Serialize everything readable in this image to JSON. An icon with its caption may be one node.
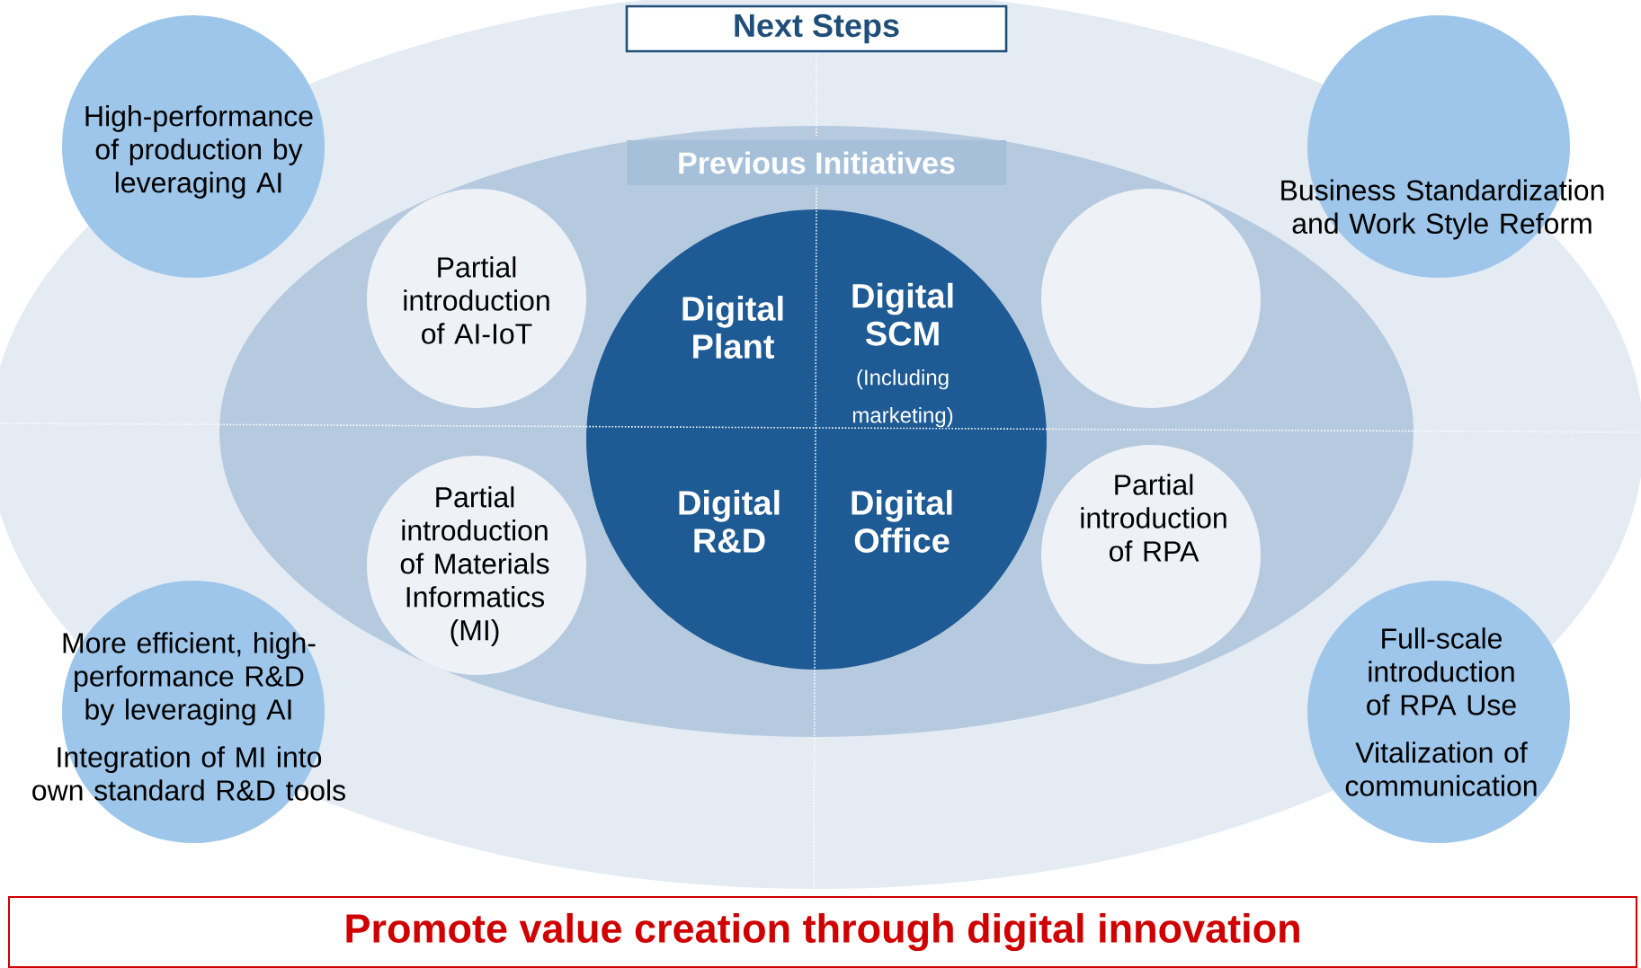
{
  "diagram": {
    "nodes": [
      {
        "text": [
          "Next Steps"
        ]
      },
      {
        "text": [
          "Previous Initiatives"
        ]
      },
      {
        "text": [],
        "shape": "circle"
      },
      {
        "text": [
          "Digital Plant"
        ],
        "in": 2
      },
      {
        "text": [
          "Digital SCM",
          "(Including marketing)"
        ],
        "in": 2
      },
      {
        "text": [
          "Digital R&D"
        ],
        "in": 2
      },
      {
        "text": [
          "Digital Office"
        ],
        "in": 2
      },
      {
        "text": [
          "Partial introduction of AI-IoT"
        ]
      },
      {
        "text": [],
        "shape": "circle"
      },
      {
        "text": [
          "Partial introduction of Materials Informatics (MI)"
        ]
      },
      {
        "text": [
          "Partial introduction of RPA"
        ]
      },
      {
        "text": [
          "High-performance of production by leveraging AI"
        ]
      },
      {
        "text": [
          "Business Standardization and Work Style Reform"
        ]
      },
      {
        "text": [
          "More efficient, high-performance R&D by leveraging AI",
          "Integration of MI into own standard R&D tools"
        ]
      },
      {
        "text": [
          "Full-scale introduction of RPA Use",
          "Vitalization of communication"
        ]
      },
      {
        "text": [
          "Promote value creation through digital innovation"
        ]
      }
    ]
  }
}
